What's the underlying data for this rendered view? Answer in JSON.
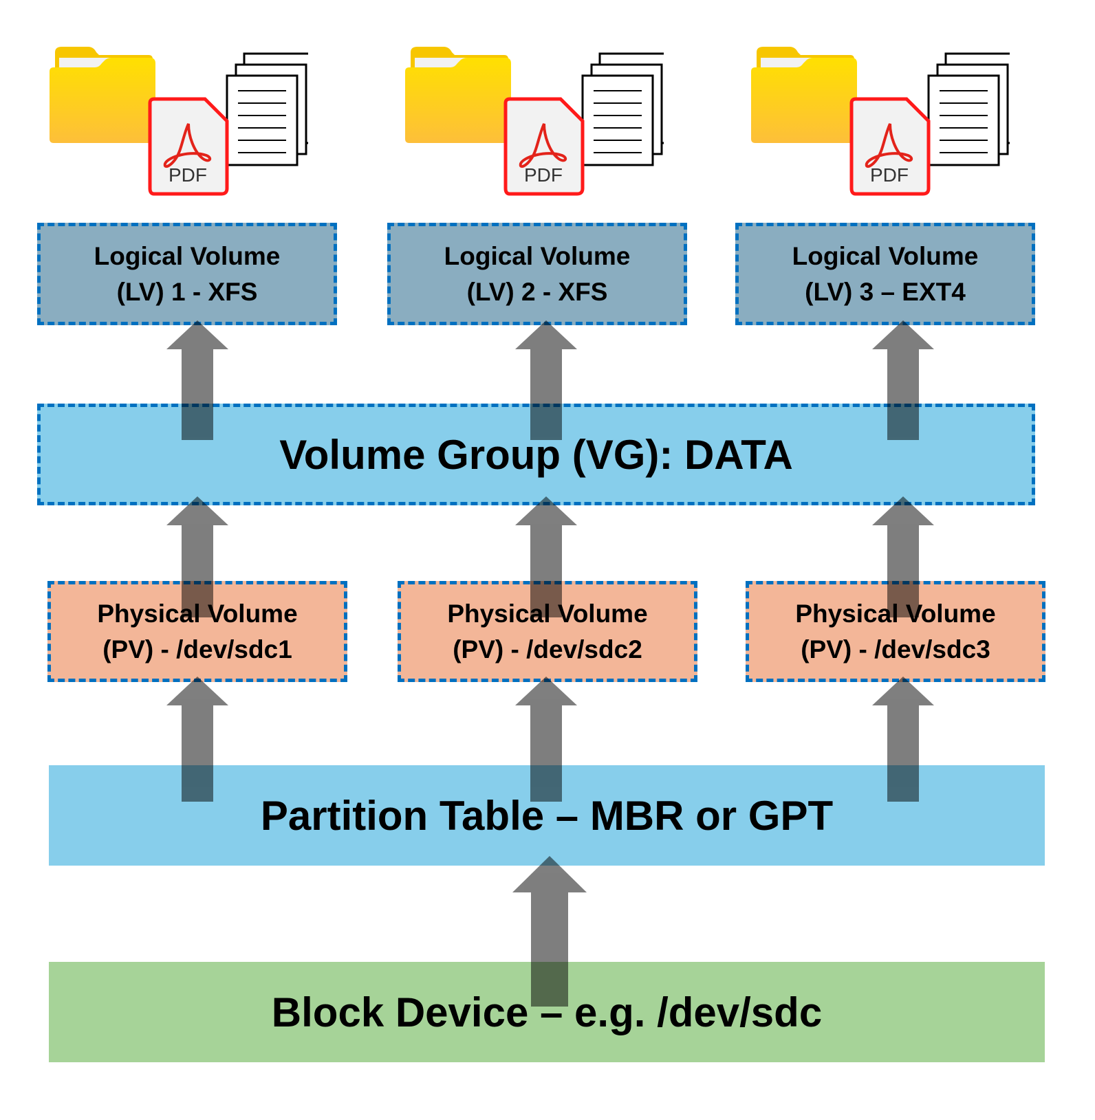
{
  "logical_volumes": [
    {
      "line1": "Logical Volume",
      "line2": "(LV) 1 - XFS"
    },
    {
      "line1": "Logical Volume",
      "line2": "(LV) 2 - XFS"
    },
    {
      "line1": "Logical Volume",
      "line2": "(LV) 3 – EXT4"
    }
  ],
  "volume_group": {
    "label": "Volume Group (VG): DATA"
  },
  "physical_volumes": [
    {
      "line1": "Physical Volume",
      "line2": "(PV) - /dev/sdc1"
    },
    {
      "line1": "Physical Volume",
      "line2": "(PV) - /dev/sdc2"
    },
    {
      "line1": "Physical Volume",
      "line2": "(PV) - /dev/sdc3"
    }
  ],
  "partition_table": {
    "label": "Partition Table – MBR or GPT"
  },
  "block_device": {
    "label": "Block Device – e.g. /dev/sdc"
  },
  "icons": {
    "pdf_label": "PDF",
    "folder": "folder-icon",
    "pdf": "pdf-file-icon",
    "documents": "documents-stack-icon"
  },
  "colors": {
    "lv_fill": "#8AADC0",
    "pv_fill": "#F3B698",
    "vg_fill": "#87CEEB",
    "block_fill": "#A6D398",
    "dash_border": "#0070C0",
    "arrow": "#808080"
  }
}
